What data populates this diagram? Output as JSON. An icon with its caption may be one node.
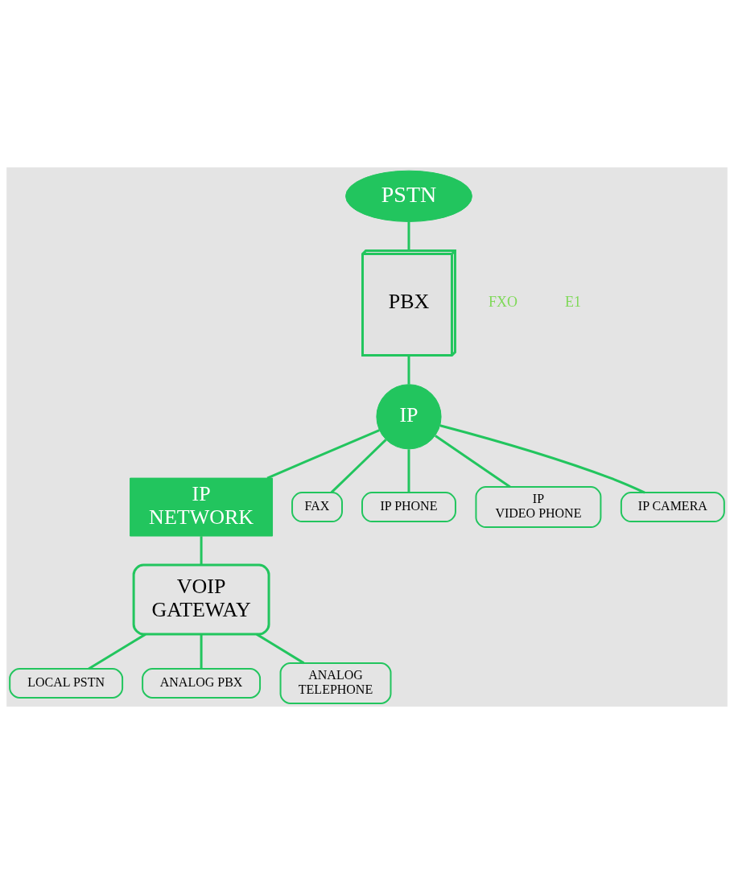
{
  "diagram": {
    "nodes": [
      {
        "text": [
          "PSTN"
        ]
      },
      {
        "text": [
          "PBX"
        ]
      },
      {
        "text": [
          "IP"
        ]
      },
      {
        "text": [
          "IP NETWORK"
        ]
      },
      {
        "text": [
          "VOIP GATEWAY"
        ]
      },
      {
        "text": [
          "FAX"
        ]
      },
      {
        "text": [
          "IP PHONE"
        ]
      },
      {
        "text": [
          "IP VIDEO PHONE"
        ]
      },
      {
        "text": [
          "IP CAMERA"
        ]
      },
      {
        "text": [
          "LOCAL PSTN"
        ]
      },
      {
        "text": [
          "ANALOG PBX"
        ]
      },
      {
        "text": [
          "ANALOG TELEPHONE"
        ]
      }
    ],
    "edges": [
      {
        "from": 0,
        "to": 1,
        "arrow": "none"
      },
      {
        "from": 1,
        "to": 2,
        "arrow": "none"
      },
      {
        "from": 2,
        "to": 5,
        "arrow": "none"
      },
      {
        "from": 2,
        "to": 6,
        "arrow": "none"
      },
      {
        "from": 2,
        "to": 7,
        "arrow": "none"
      },
      {
        "from": 2,
        "to": 8,
        "arrow": "none"
      },
      {
        "from": 2,
        "to": 3,
        "arrow": "none"
      },
      {
        "from": 3,
        "to": 4,
        "arrow": "none"
      },
      {
        "from": 4,
        "to": 9,
        "arrow": "none"
      },
      {
        "from": 4,
        "to": 10,
        "arrow": "none"
      },
      {
        "from": 4,
        "to": 11,
        "arrow": "none"
      }
    ],
    "labels": [
      "FXO",
      "E1"
    ]
  }
}
